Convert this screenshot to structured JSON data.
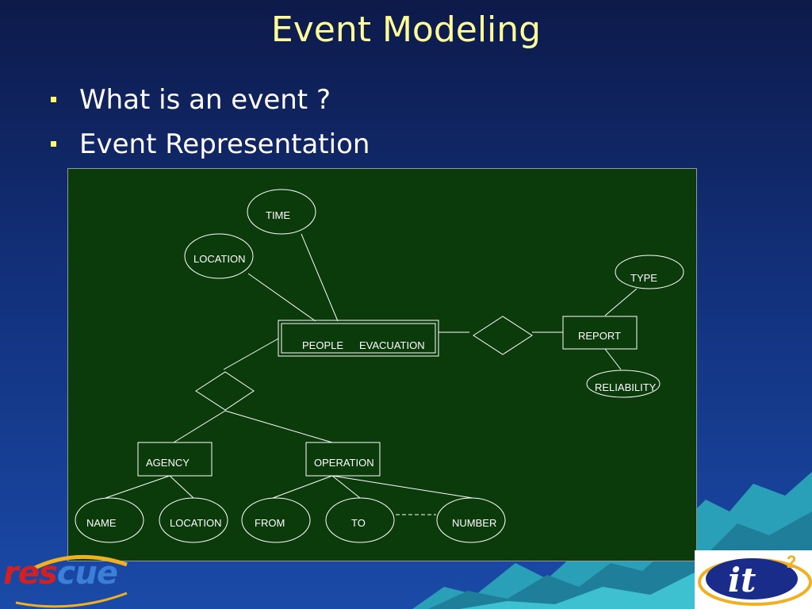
{
  "slide": {
    "title": "Event Modeling",
    "bullets": [
      "What is an event ?",
      "Event Representation"
    ]
  },
  "diagram": {
    "time": "TIME",
    "location_top": "LOCATION",
    "type": "TYPE",
    "people": "PEOPLE",
    "evacuation": "EVACUATION",
    "report": "REPORT",
    "reliability": "RELIABILITY",
    "agency": "AGENCY",
    "operation": "OPERATION",
    "name": "NAME",
    "location_bottom": "LOCATION",
    "from": "FROM",
    "to": "TO",
    "number": "NUMBER"
  },
  "logos": {
    "rescue": {
      "r": "res",
      "cue": "cue"
    },
    "it2": {
      "it": "it",
      "sup": "2"
    }
  },
  "colors": {
    "title": "#ffff99",
    "background": "#12307a",
    "diagram_bg": "#0b3a0b",
    "bullet_marker": "#ffff66"
  }
}
